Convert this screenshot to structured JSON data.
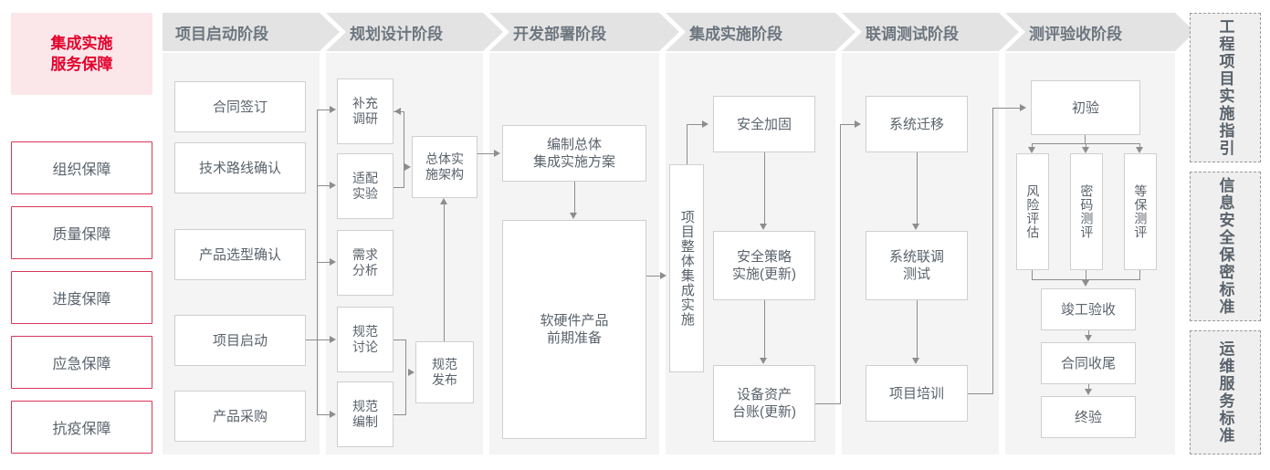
{
  "left_sidebar": {
    "title": "集成实施\n服务保障",
    "title_line1": "集成实施",
    "title_line2": "服务保障",
    "accent_color": "#e4002b",
    "title_bg": "#fbe6ea",
    "border_color": "#d9365a",
    "items": [
      {
        "label": "组织保障"
      },
      {
        "label": "质量保障"
      },
      {
        "label": "进度保障"
      },
      {
        "label": "应急保障"
      },
      {
        "label": "抗疫保障"
      }
    ]
  },
  "stages": [
    {
      "id": "stage-1",
      "header": "项目启动阶段"
    },
    {
      "id": "stage-2",
      "header": "规划设计阶段"
    },
    {
      "id": "stage-3",
      "header": "开发部署阶段"
    },
    {
      "id": "stage-4",
      "header": "集成实施阶段"
    },
    {
      "id": "stage-5",
      "header": "联调测试阶段"
    },
    {
      "id": "stage-6",
      "header": "测评验收阶段"
    }
  ],
  "nodes": {
    "s1_n1": "合同签订",
    "s1_n2": "技术路线确认",
    "s1_n3": "产品选型确认",
    "s1_n4": "项目启动",
    "s1_n5": "产品采购",
    "s2_n1": "补充\n调研",
    "s2_n1a": "补充",
    "s2_n1b": "调研",
    "s2_n2a": "适配",
    "s2_n2b": "实验",
    "s2_n3a": "需求",
    "s2_n3b": "分析",
    "s2_n4a": "规范",
    "s2_n4b": "讨论",
    "s2_n5a": "规范",
    "s2_n5b": "编制",
    "s2_arch_a": "总体实",
    "s2_arch_b": "施架构",
    "s2_pub_a": "规范",
    "s2_pub_b": "发布",
    "s3_n1a": "编制总体",
    "s3_n1b": "集成实施方案",
    "s3_n2a": "软硬件产品",
    "s3_n2b": "前期准备",
    "s4_vert": "项目整体集成实施",
    "s4_n1": "安全加固",
    "s4_n2a": "安全策略",
    "s4_n2b": "实施(更新)",
    "s4_n3a": "设备资产",
    "s4_n3b": "台账(更新)",
    "s5_n1": "系统迁移",
    "s5_n2a": "系统联调",
    "s5_n2b": "测试",
    "s5_n3": "项目培训",
    "s6_n1": "初验",
    "s6_v1": "风险评估",
    "s6_v2": "密码测评",
    "s6_v3": "等保测评",
    "s6_n2": "竣工验收",
    "s6_n3": "合同收尾",
    "s6_n4": "终验"
  },
  "right_sidebar": {
    "panels": [
      {
        "label": "工程项目实施指引"
      },
      {
        "label": "信息安全保密标准"
      },
      {
        "label": "运维服务标准"
      }
    ]
  }
}
